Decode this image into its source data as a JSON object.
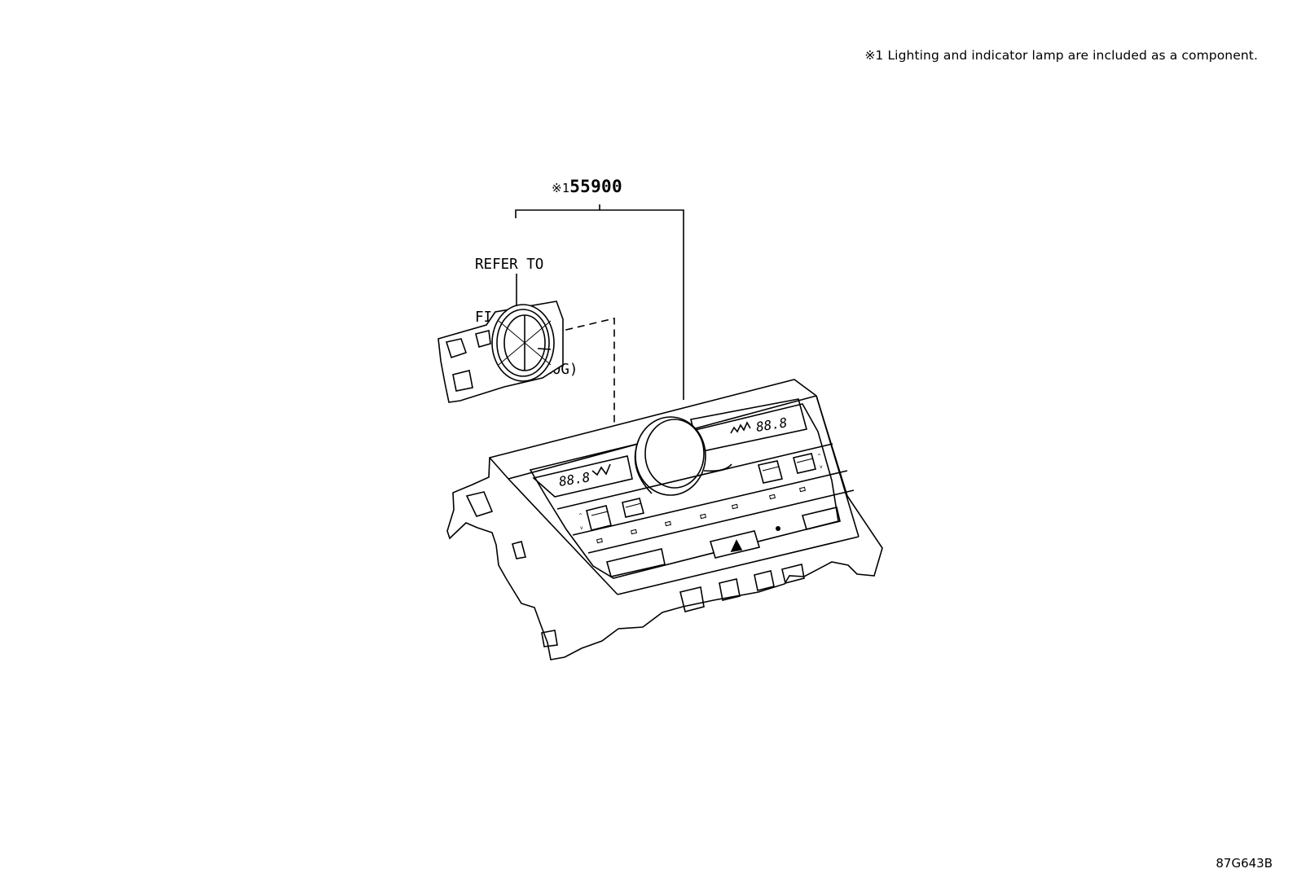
{
  "note": {
    "marker": "※1",
    "text": "Lighting and indicator lamp are included as a component."
  },
  "callout_main": {
    "marker": "※1",
    "part_number": "55900"
  },
  "callout_reference": {
    "line1": "REFER TO",
    "line2": "FIG 84-01",
    "line3": "(PNC 83910G)"
  },
  "panel_display": {
    "left_temp": "88.8",
    "right_temp": "88.8"
  },
  "figure_id": "87G643B"
}
